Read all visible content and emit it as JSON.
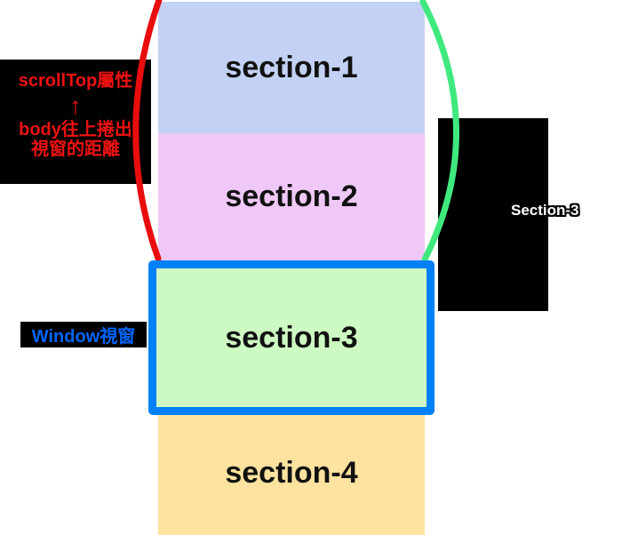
{
  "page": {
    "background": "#ffffff"
  },
  "sections": [
    {
      "label": "section-1",
      "bg": "#c2d1f4"
    },
    {
      "label": "section-2",
      "bg": "#efc8f7"
    },
    {
      "label": "section-3",
      "bg": "#cdfac2",
      "border": "#0081f8"
    },
    {
      "label": "section-4",
      "bg": "#fee29f"
    }
  ],
  "scrolltop_note": {
    "title": "scrollTop屬性",
    "arrow": "↑",
    "desc_line1": "body往上捲出",
    "desc_line2": "視窗的距離",
    "text_color": "#ee1111",
    "bg": "#000000"
  },
  "window_note": {
    "text": "Window視窗",
    "text_color": "#0066ff",
    "bg": "#000000"
  },
  "offset_note": {
    "text": "Section-3",
    "text_color": "#ffffff",
    "outline_color": "#000000",
    "bg": "#000000"
  },
  "brackets": {
    "left_color": "#ea0d0d",
    "right_color": "#3fe97e"
  }
}
